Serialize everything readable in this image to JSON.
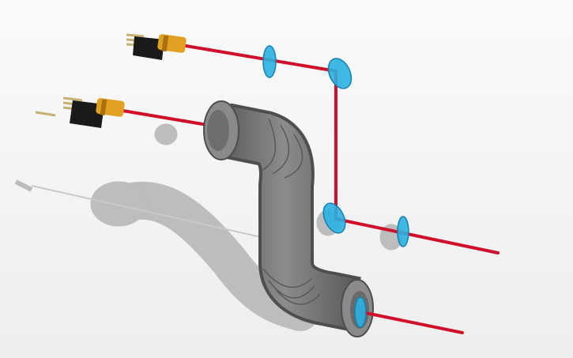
{
  "scene": {
    "colors": {
      "background": "#f3f3f3",
      "shadow": "#b9b9b9",
      "pipe": "#7b7b7b",
      "pipe_dark": "#555555",
      "beam": "#d0102a",
      "lens": "#2ab0e0",
      "lens_edge": "#1580b0",
      "board": "#1a1a1a",
      "laser_body": "#e0a020",
      "pins": "#c8b070"
    },
    "objects": [
      "laser-module",
      "laser-module",
      "pipe-elbow",
      "lens",
      "mirror",
      "mirror",
      "lens",
      "lens"
    ]
  }
}
